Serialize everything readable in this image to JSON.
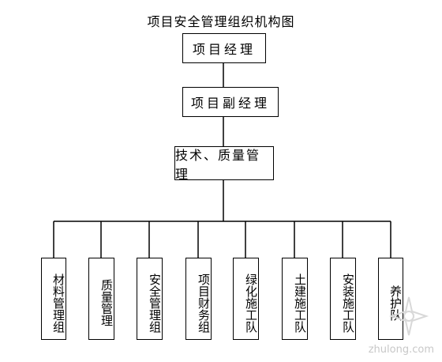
{
  "title": "项目安全管理组织机构图",
  "nodes": {
    "manager": "项目经理",
    "deputy": "项目副经理",
    "tech_quality": "技术、质量管理"
  },
  "departments": [
    {
      "label": "材料管理组"
    },
    {
      "label": "质量管理"
    },
    {
      "label": "安全管理组"
    },
    {
      "label": "项目财务组"
    },
    {
      "label": "绿化施工队"
    },
    {
      "label": "土建施工队"
    },
    {
      "label": "安装施工队"
    },
    {
      "label": "养护队"
    }
  ],
  "watermark": "zhulong.com",
  "colors": {
    "line": "#000000",
    "watermark": "#c8c8c8"
  }
}
